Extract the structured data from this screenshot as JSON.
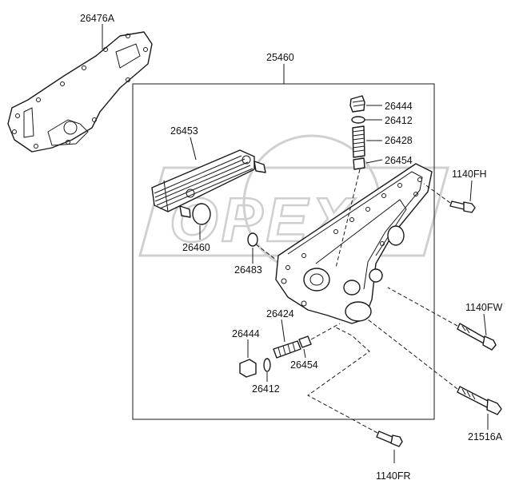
{
  "watermark": {
    "text": "OPEX"
  },
  "labels": {
    "gasket": "26476A",
    "housing": "25460",
    "cooler": "26453",
    "cooler_oring": "26460",
    "dowel": "26483",
    "plug_top": "26444",
    "gasket_top": "26412",
    "spring_top": "26428",
    "valve_top": "26454",
    "spring_low": "26424",
    "plug_low": "26444",
    "valve_low": "26454",
    "gasket_low": "26412",
    "bolt_fh": "1140FH",
    "bolt_fw": "1140FW",
    "bolt_a": "21516A",
    "bolt_fr": "1140FR"
  }
}
